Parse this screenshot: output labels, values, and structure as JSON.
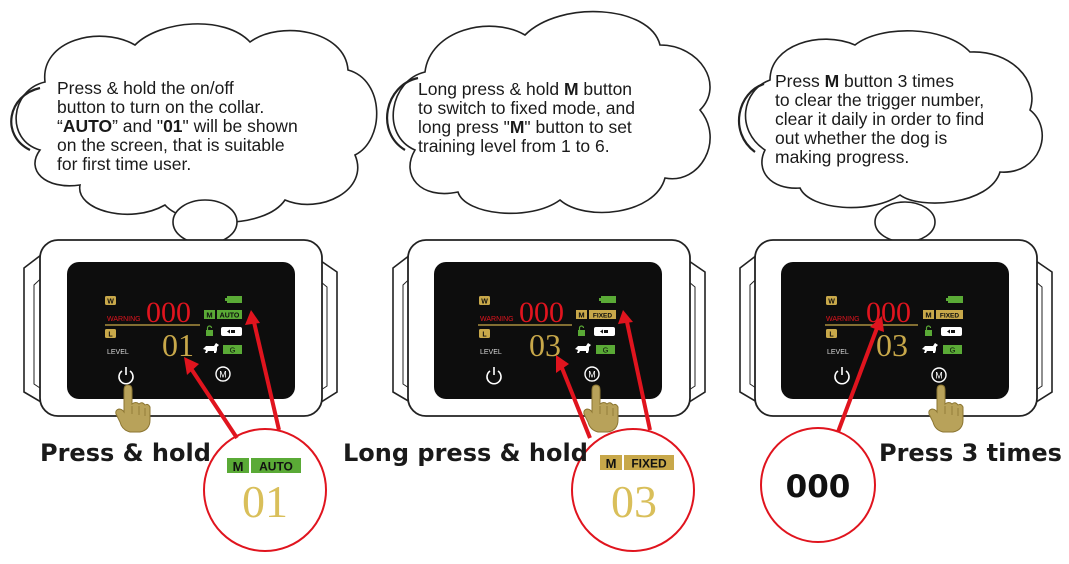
{
  "panels": [
    {
      "bubble": {
        "segments": [
          {
            "t": "Press & hold the on/off",
            "b": false
          },
          {
            "t": "\n",
            "b": false
          },
          {
            "t": "button to turn on the collar.",
            "b": false
          },
          {
            "t": "\n",
            "b": false
          },
          {
            "t": "“",
            "b": false
          },
          {
            "t": "AUTO",
            "b": true
          },
          {
            "t": "” and \"",
            "b": false
          },
          {
            "t": "01",
            "b": true
          },
          {
            "t": "\" will be shown",
            "b": false
          },
          {
            "t": "\n",
            "b": false
          },
          {
            "t": "on the screen, that is suitable",
            "b": false
          },
          {
            "t": "\n",
            "b": false
          },
          {
            "t": "for first time user.",
            "b": false
          }
        ]
      },
      "screen": {
        "w_badge": "W",
        "l_badge": "L",
        "trigger_count": "000",
        "warning_label": "WARNING",
        "level_label": "LEVEL",
        "level_value": "01",
        "m_badge": "M",
        "mode_badge": "AUTO",
        "g_badge": "G"
      },
      "caption": "Press & hold",
      "zoom": {
        "m_badge": "M",
        "mode_badge": "AUTO",
        "value": "01"
      }
    },
    {
      "bubble": {
        "segments": [
          {
            "t": "Long press & hold ",
            "b": false
          },
          {
            "t": "M",
            "b": true
          },
          {
            "t": " button",
            "b": false
          },
          {
            "t": "\n",
            "b": false
          },
          {
            "t": "to switch to fixed mode, and",
            "b": false
          },
          {
            "t": "\n",
            "b": false
          },
          {
            "t": "long press \"",
            "b": false
          },
          {
            "t": "M",
            "b": true
          },
          {
            "t": "\" button to set",
            "b": false
          },
          {
            "t": "\n",
            "b": false
          },
          {
            "t": "training level from 1 to 6.",
            "b": false
          }
        ]
      },
      "screen": {
        "w_badge": "W",
        "l_badge": "L",
        "trigger_count": "000",
        "warning_label": "WARNING",
        "level_label": "LEVEL",
        "level_value": "03",
        "m_badge": "M",
        "mode_badge": "FIXED",
        "g_badge": "G"
      },
      "caption": "Long press & hold",
      "zoom": {
        "m_badge": "M",
        "mode_badge": "FIXED",
        "value": "03"
      }
    },
    {
      "bubble": {
        "segments": [
          {
            "t": "Press ",
            "b": false
          },
          {
            "t": "M",
            "b": true
          },
          {
            "t": " button 3 times",
            "b": false
          },
          {
            "t": "\n",
            "b": false
          },
          {
            "t": "to clear the trigger number,",
            "b": false
          },
          {
            "t": "\n",
            "b": false
          },
          {
            "t": "clear it daily in order to find",
            "b": false
          },
          {
            "t": "\n",
            "b": false
          },
          {
            "t": "out whether the dog is",
            "b": false
          },
          {
            "t": "\n",
            "b": false
          },
          {
            "t": "making progress.",
            "b": false
          }
        ]
      },
      "screen": {
        "w_badge": "W",
        "l_badge": "L",
        "trigger_count": "000",
        "warning_label": "WARNING",
        "level_label": "LEVEL",
        "level_value": "03",
        "m_badge": "M",
        "mode_badge": "FIXED",
        "g_badge": "G"
      },
      "caption": "Press 3 times",
      "zoom": {
        "value": "000"
      }
    }
  ],
  "colors": {
    "red": "#e0141e",
    "gold": "#c8a84a",
    "gold_dark": "#8c7632",
    "green": "#5aaa36",
    "screen": "#0d0d0d",
    "finger": "#b8a25a"
  },
  "icons": [
    "power-icon",
    "m-button-icon",
    "dog-icon",
    "lock-icon",
    "battery-icon",
    "pointing-finger-icon"
  ]
}
